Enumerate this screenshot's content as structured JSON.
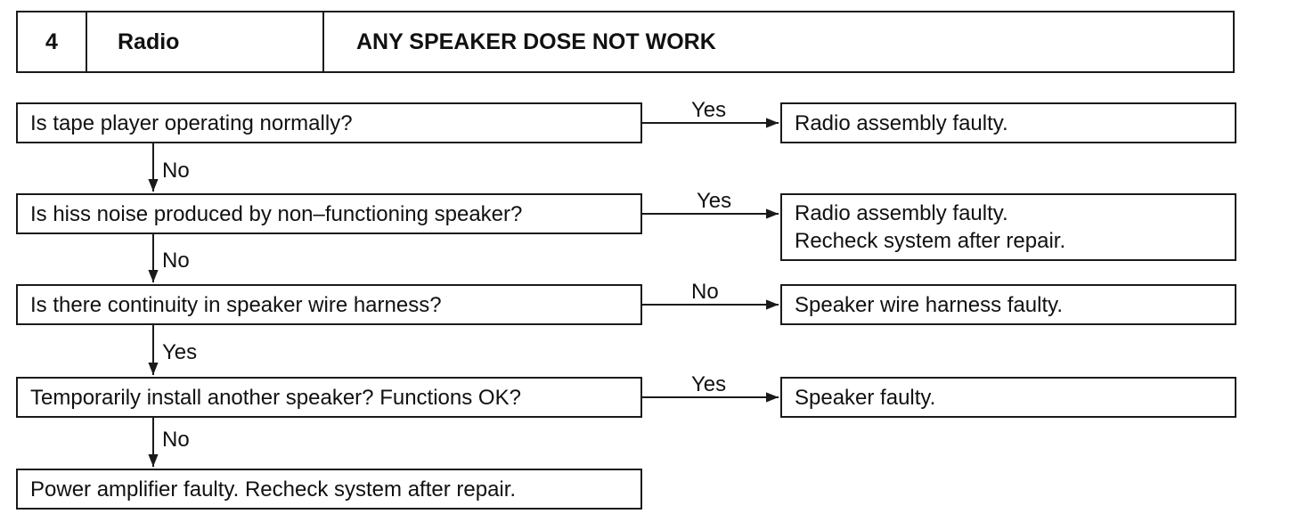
{
  "header": {
    "number": "4",
    "system": "Radio",
    "title": "ANY SPEAKER DOSE NOT WORK"
  },
  "flow": {
    "q1": "Is tape player operating normally?",
    "q2": "Is hiss noise produced by non–functioning speaker?",
    "q3": "Is there continuity in speaker wire harness?",
    "q4": "Temporarily install another speaker? Functions OK?",
    "end": "Power amplifier faulty. Recheck system after repair."
  },
  "results": {
    "r1": "Radio assembly faulty.",
    "r2_line1": "Radio assembly faulty.",
    "r2_line2": "Recheck system after repair.",
    "r3": "Speaker wire harness faulty.",
    "r4": "Speaker faulty."
  },
  "labels": {
    "q1_right": "Yes",
    "q1_down": "No",
    "q2_right": "Yes",
    "q2_down": "No",
    "q3_right": "No",
    "q3_down": "Yes",
    "q4_right": "Yes",
    "q4_down": "No"
  }
}
